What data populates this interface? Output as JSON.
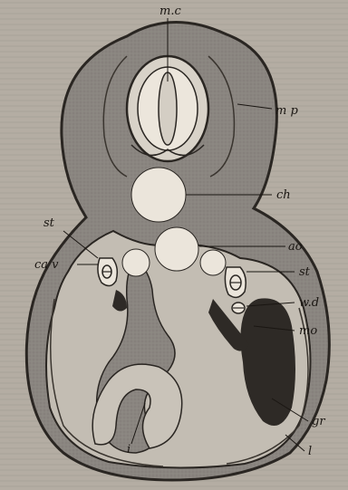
{
  "figure": {
    "labels": {
      "mc": "m.c",
      "mp": "m p",
      "ch": "ch",
      "ao": "ao",
      "st_left": "st",
      "st_right": "st",
      "cav": "ca v",
      "wd": "w.d",
      "mo": "mo",
      "gr": "gr",
      "l": "l",
      "i": "i"
    }
  }
}
